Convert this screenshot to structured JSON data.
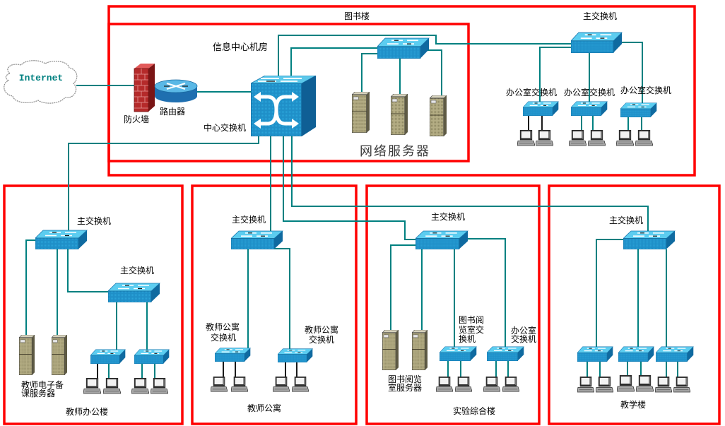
{
  "colors": {
    "zone_border": "#ff0000",
    "link": "#008080",
    "internet_text": "#008080"
  },
  "internet": {
    "label": "Internet"
  },
  "library_building": {
    "name": "图书楼",
    "datacenter": {
      "name": "信息中心机房",
      "firewall": "防火墙",
      "router": "路由器",
      "core_switch": "中心交换机",
      "servers_label": "网络服务器"
    },
    "main_switch": "主交换机",
    "office_switches": [
      "办公室交换机",
      "办公室交换机",
      "办公室交换机"
    ]
  },
  "teacher_office_building": {
    "name": "教师办公楼",
    "main_switches": [
      "主交换机",
      "主交换机"
    ],
    "server_label": [
      "教师电子备",
      "课服务器"
    ]
  },
  "teacher_apartment": {
    "name": "教师公寓",
    "main_switch": "主交换机",
    "access_switch_labels": [
      [
        "教师公寓",
        "交换机"
      ],
      [
        "教师公寓",
        "交换机"
      ]
    ]
  },
  "lab_building": {
    "name": "实验综合楼",
    "main_switch": "主交换机",
    "server_label": [
      "图书阅览",
      "室服务器"
    ],
    "access_switch_labels": [
      [
        "图书阅",
        "览室交",
        "换机"
      ],
      [
        "办公室",
        "交换机"
      ]
    ]
  },
  "teaching_building": {
    "name": "教学楼",
    "main_switch": "主交换机"
  }
}
